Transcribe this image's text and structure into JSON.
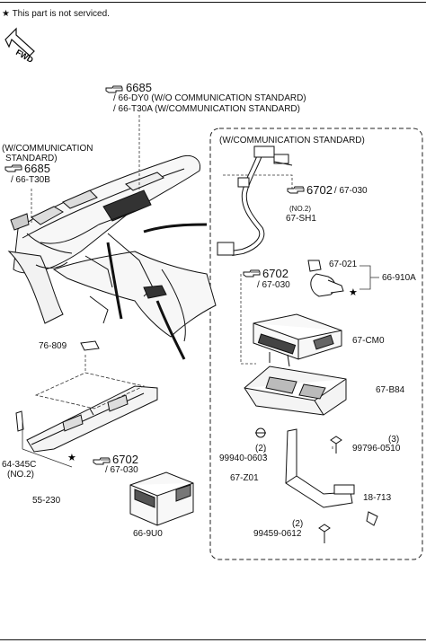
{
  "header": {
    "note_star": "★",
    "note_text": "This part is not serviced."
  },
  "fwd_label": "FWD",
  "refs": {
    "r6685_top": {
      "code": "6685",
      "lines": [
        "/ 66-DY0 (W/O COMMUNICATION STANDARD)",
        "/ 66-T30A (W/COMMUNICATION STANDARD)"
      ]
    },
    "r6685_left": {
      "caption": [
        "(W/COMMUNICATION",
        "STANDARD)"
      ],
      "code": "6685",
      "sub": "/ 66-T30B"
    },
    "r6702_right": {
      "code": "6702",
      "sub": "/ 67-030"
    },
    "r6702_mid": {
      "code": "6702",
      "sub": "/ 67-030"
    },
    "r6702_bottom": {
      "code": "6702",
      "sub": "/ 67-030"
    }
  },
  "box": {
    "title": "(W/COMMUNICATION STANDARD)"
  },
  "parts": {
    "p67_sh1_qty": "(NO.2)",
    "p67_sh1": "67-SH1",
    "p67_021": "67-021",
    "p66_910a": "66-910A",
    "p67_cm0": "67-CM0",
    "p67_b84": "67-B84",
    "p99940_qty": "(2)",
    "p99940": "99940-0603",
    "p99796_qty": "(3)",
    "p99796": "99796-0510",
    "p67_z01": "67-Z01",
    "p18_713": "18-713",
    "p99459_qty": "(2)",
    "p99459": "99459-0612",
    "p76_809": "76-809",
    "p64_345c": "64-345C",
    "p64_345c_qty": "(NO.2)",
    "p55_230": "55-230",
    "p66_9u0": "66-9U0",
    "star": "★"
  }
}
